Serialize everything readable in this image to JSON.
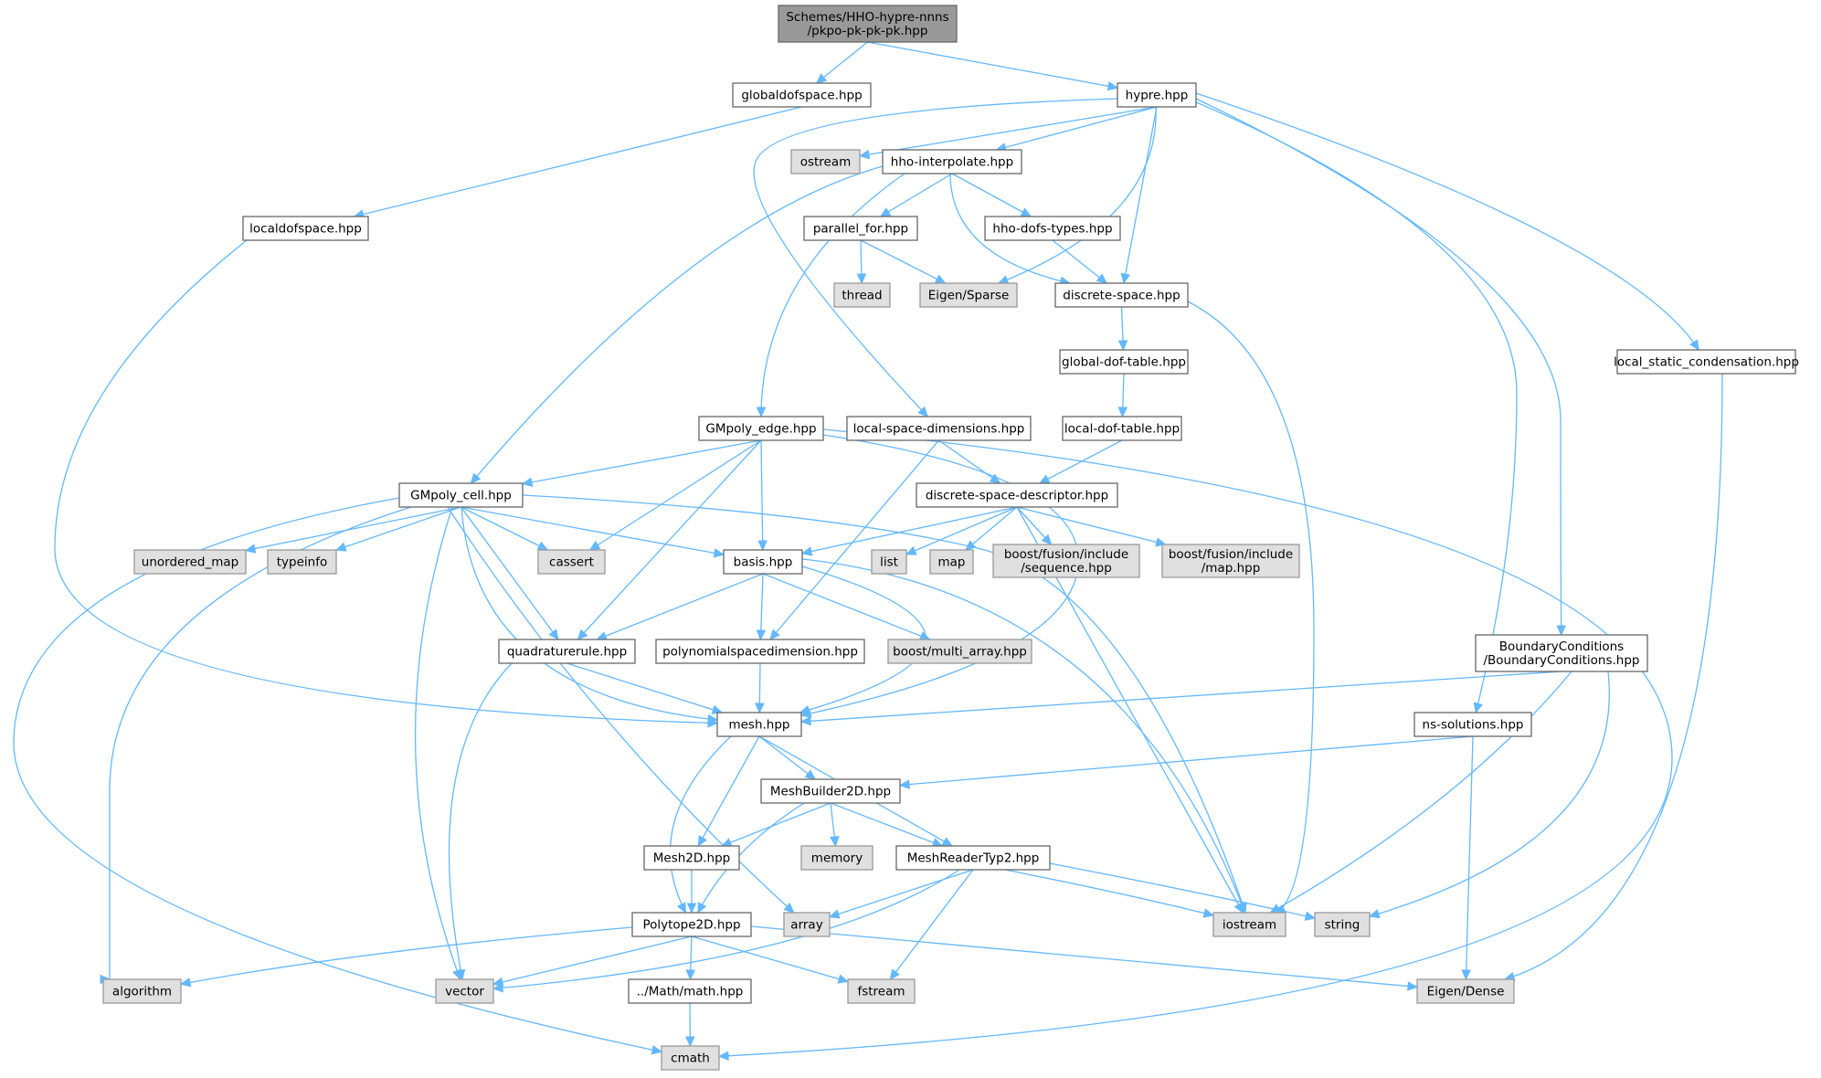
{
  "graph": {
    "type": "include-dependency-graph",
    "edge_color": "#63b8ff",
    "root_fill": "#999999",
    "system_header_fill": "#e0e0e0",
    "nodes": [
      {
        "id": "root",
        "lines": [
          "Schemes/HHO-hypre-nnns",
          "/pkpo-pk-pk-pk.hpp"
        ],
        "kind": "root"
      },
      {
        "id": "globaldofspace",
        "lines": [
          "globaldofspace.hpp"
        ],
        "kind": "file"
      },
      {
        "id": "hypre",
        "lines": [
          "hypre.hpp"
        ],
        "kind": "file"
      },
      {
        "id": "ostream",
        "lines": [
          "ostream"
        ],
        "kind": "sys"
      },
      {
        "id": "hhointerp",
        "lines": [
          "hho-interpolate.hpp"
        ],
        "kind": "file"
      },
      {
        "id": "localdofspace",
        "lines": [
          "localdofspace.hpp"
        ],
        "kind": "file"
      },
      {
        "id": "parallelfor",
        "lines": [
          "parallel_for.hpp"
        ],
        "kind": "file"
      },
      {
        "id": "hhodofstypes",
        "lines": [
          "hho-dofs-types.hpp"
        ],
        "kind": "file"
      },
      {
        "id": "thread",
        "lines": [
          "thread"
        ],
        "kind": "sys"
      },
      {
        "id": "eigensparse",
        "lines": [
          "Eigen/Sparse"
        ],
        "kind": "sys"
      },
      {
        "id": "discretespace",
        "lines": [
          "discrete-space.hpp"
        ],
        "kind": "file"
      },
      {
        "id": "globaldoftable",
        "lines": [
          "global-dof-table.hpp"
        ],
        "kind": "file"
      },
      {
        "id": "localstatic",
        "lines": [
          "local_static_condensation.hpp"
        ],
        "kind": "file"
      },
      {
        "id": "gmpolyedge",
        "lines": [
          "GMpoly_edge.hpp"
        ],
        "kind": "file"
      },
      {
        "id": "localspacedim",
        "lines": [
          "local-space-dimensions.hpp"
        ],
        "kind": "file"
      },
      {
        "id": "localdoftable",
        "lines": [
          "local-dof-table.hpp"
        ],
        "kind": "file"
      },
      {
        "id": "gmpolycell",
        "lines": [
          "GMpoly_cell.hpp"
        ],
        "kind": "file"
      },
      {
        "id": "dsdescriptor",
        "lines": [
          "discrete-space-descriptor.hpp"
        ],
        "kind": "file"
      },
      {
        "id": "unorderedmap",
        "lines": [
          "unordered_map"
        ],
        "kind": "sys"
      },
      {
        "id": "typeinfo",
        "lines": [
          "typeinfo"
        ],
        "kind": "sys"
      },
      {
        "id": "cassert",
        "lines": [
          "cassert"
        ],
        "kind": "sys"
      },
      {
        "id": "basis",
        "lines": [
          "basis.hpp"
        ],
        "kind": "file"
      },
      {
        "id": "list",
        "lines": [
          "list"
        ],
        "kind": "sys"
      },
      {
        "id": "map",
        "lines": [
          "map"
        ],
        "kind": "sys"
      },
      {
        "id": "bfseq",
        "lines": [
          "boost/fusion/include",
          "/sequence.hpp"
        ],
        "kind": "sys"
      },
      {
        "id": "bfmap",
        "lines": [
          "boost/fusion/include",
          "/map.hpp"
        ],
        "kind": "sys"
      },
      {
        "id": "bcond",
        "lines": [
          "BoundaryConditions",
          "/BoundaryConditions.hpp"
        ],
        "kind": "file"
      },
      {
        "id": "quadrule",
        "lines": [
          "quadraturerule.hpp"
        ],
        "kind": "file"
      },
      {
        "id": "polyspacedim",
        "lines": [
          "polynomialspacedimension.hpp"
        ],
        "kind": "file"
      },
      {
        "id": "boostmulti",
        "lines": [
          "boost/multi_array.hpp"
        ],
        "kind": "sys"
      },
      {
        "id": "mesh",
        "lines": [
          "mesh.hpp"
        ],
        "kind": "file"
      },
      {
        "id": "nssolutions",
        "lines": [
          "ns-solutions.hpp"
        ],
        "kind": "file"
      },
      {
        "id": "meshbuilder",
        "lines": [
          "MeshBuilder2D.hpp"
        ],
        "kind": "file"
      },
      {
        "id": "mesh2d",
        "lines": [
          "Mesh2D.hpp"
        ],
        "kind": "file"
      },
      {
        "id": "memory",
        "lines": [
          "memory"
        ],
        "kind": "sys"
      },
      {
        "id": "meshreader",
        "lines": [
          "MeshReaderTyp2.hpp"
        ],
        "kind": "file"
      },
      {
        "id": "polytope",
        "lines": [
          "Polytope2D.hpp"
        ],
        "kind": "file"
      },
      {
        "id": "array",
        "lines": [
          "array"
        ],
        "kind": "sys"
      },
      {
        "id": "iostream",
        "lines": [
          "iostream"
        ],
        "kind": "sys"
      },
      {
        "id": "string",
        "lines": [
          "string"
        ],
        "kind": "sys"
      },
      {
        "id": "algorithm",
        "lines": [
          "algorithm"
        ],
        "kind": "sys"
      },
      {
        "id": "vector",
        "lines": [
          "vector"
        ],
        "kind": "sys"
      },
      {
        "id": "mathhpp",
        "lines": [
          "../Math/math.hpp"
        ],
        "kind": "file"
      },
      {
        "id": "fstream",
        "lines": [
          "fstream"
        ],
        "kind": "sys"
      },
      {
        "id": "eigendense",
        "lines": [
          "Eigen/Dense"
        ],
        "kind": "sys"
      },
      {
        "id": "cmath",
        "lines": [
          "cmath"
        ],
        "kind": "sys"
      }
    ],
    "edges": [
      [
        "root",
        "globaldofspace"
      ],
      [
        "root",
        "hypre"
      ],
      [
        "globaldofspace",
        "localdofspace"
      ],
      [
        "localdofspace",
        "mesh"
      ],
      [
        "hypre",
        "ostream"
      ],
      [
        "hypre",
        "hhointerp"
      ],
      [
        "hypre",
        "eigensparse"
      ],
      [
        "hypre",
        "discretespace"
      ],
      [
        "hypre",
        "localspacedim"
      ],
      [
        "hypre",
        "nssolutions"
      ],
      [
        "hypre",
        "bcond"
      ],
      [
        "hypre",
        "localstatic"
      ],
      [
        "hhointerp",
        "parallelfor"
      ],
      [
        "hhointerp",
        "hhodofstypes"
      ],
      [
        "hhointerp",
        "discretespace"
      ],
      [
        "hhointerp",
        "gmpolyedge"
      ],
      [
        "hhointerp",
        "gmpolycell"
      ],
      [
        "parallelfor",
        "thread"
      ],
      [
        "parallelfor",
        "eigensparse"
      ],
      [
        "hhodofstypes",
        "discretespace"
      ],
      [
        "discretespace",
        "globaldoftable"
      ],
      [
        "discretespace",
        "iostream"
      ],
      [
        "globaldoftable",
        "localdoftable"
      ],
      [
        "localdoftable",
        "dsdescriptor"
      ],
      [
        "localstatic",
        "eigendense"
      ],
      [
        "localspacedim",
        "dsdescriptor"
      ],
      [
        "localspacedim",
        "polyspacedim"
      ],
      [
        "gmpolyedge",
        "gmpolycell"
      ],
      [
        "gmpolyedge",
        "cassert"
      ],
      [
        "gmpolyedge",
        "basis"
      ],
      [
        "gmpolyedge",
        "quadrule"
      ],
      [
        "gmpolyedge",
        "mesh"
      ],
      [
        "gmpolyedge",
        "cmath"
      ],
      [
        "gmpolycell",
        "unorderedmap"
      ],
      [
        "gmpolycell",
        "typeinfo"
      ],
      [
        "gmpolycell",
        "cassert"
      ],
      [
        "gmpolycell",
        "basis"
      ],
      [
        "gmpolycell",
        "quadrule"
      ],
      [
        "gmpolycell",
        "mesh"
      ],
      [
        "gmpolycell",
        "iostream"
      ],
      [
        "gmpolycell",
        "array"
      ],
      [
        "gmpolycell",
        "vector"
      ],
      [
        "gmpolycell",
        "algorithm"
      ],
      [
        "gmpolycell",
        "cmath"
      ],
      [
        "dsdescriptor",
        "basis"
      ],
      [
        "dsdescriptor",
        "list"
      ],
      [
        "dsdescriptor",
        "map"
      ],
      [
        "dsdescriptor",
        "bfseq"
      ],
      [
        "dsdescriptor",
        "bfmap"
      ],
      [
        "dsdescriptor",
        "iostream"
      ],
      [
        "basis",
        "quadrule"
      ],
      [
        "basis",
        "polyspacedim"
      ],
      [
        "basis",
        "boostmulti"
      ],
      [
        "basis",
        "mesh"
      ],
      [
        "basis",
        "iostream"
      ],
      [
        "quadrule",
        "mesh"
      ],
      [
        "quadrule",
        "vector"
      ],
      [
        "polyspacedim",
        "mesh"
      ],
      [
        "bcond",
        "mesh"
      ],
      [
        "bcond",
        "iostream"
      ],
      [
        "bcond",
        "string"
      ],
      [
        "nssolutions",
        "meshbuilder"
      ],
      [
        "nssolutions",
        "eigendense"
      ],
      [
        "mesh",
        "meshbuilder"
      ],
      [
        "mesh",
        "mesh2d"
      ],
      [
        "mesh",
        "meshreader"
      ],
      [
        "mesh",
        "polytope"
      ],
      [
        "meshbuilder",
        "mesh2d"
      ],
      [
        "meshbuilder",
        "memory"
      ],
      [
        "meshbuilder",
        "meshreader"
      ],
      [
        "meshbuilder",
        "polytope"
      ],
      [
        "mesh2d",
        "polytope"
      ],
      [
        "meshreader",
        "array"
      ],
      [
        "meshreader",
        "iostream"
      ],
      [
        "meshreader",
        "string"
      ],
      [
        "meshreader",
        "vector"
      ],
      [
        "meshreader",
        "fstream"
      ],
      [
        "polytope",
        "algorithm"
      ],
      [
        "polytope",
        "vector"
      ],
      [
        "polytope",
        "mathhpp"
      ],
      [
        "polytope",
        "fstream"
      ],
      [
        "polytope",
        "eigendense"
      ],
      [
        "mathhpp",
        "cmath"
      ]
    ]
  }
}
